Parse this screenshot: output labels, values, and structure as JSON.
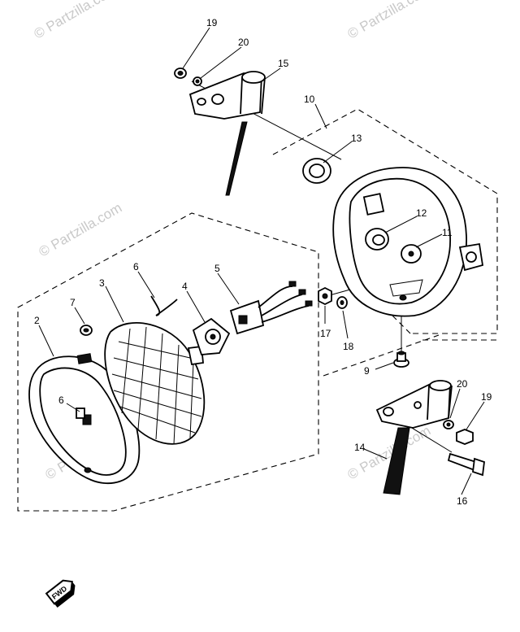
{
  "watermark": {
    "text": "© Partzilla.com"
  },
  "callouts": [
    {
      "id": "19a",
      "label": "19"
    },
    {
      "id": "20a",
      "label": "20"
    },
    {
      "id": "15",
      "label": "15"
    },
    {
      "id": "10",
      "label": "10"
    },
    {
      "id": "13",
      "label": "13"
    },
    {
      "id": "12",
      "label": "12"
    },
    {
      "id": "11",
      "label": "11"
    },
    {
      "id": "6a",
      "label": "6"
    },
    {
      "id": "5",
      "label": "5"
    },
    {
      "id": "3",
      "label": "3"
    },
    {
      "id": "4",
      "label": "4"
    },
    {
      "id": "7",
      "label": "7"
    },
    {
      "id": "2",
      "label": "2"
    },
    {
      "id": "6b",
      "label": "6"
    },
    {
      "id": "17",
      "label": "17"
    },
    {
      "id": "18",
      "label": "18"
    },
    {
      "id": "9",
      "label": "9"
    },
    {
      "id": "20b",
      "label": "20"
    },
    {
      "id": "19b",
      "label": "19"
    },
    {
      "id": "14",
      "label": "14"
    },
    {
      "id": "16",
      "label": "16"
    }
  ],
  "direction_marker": {
    "label": "FWD"
  }
}
